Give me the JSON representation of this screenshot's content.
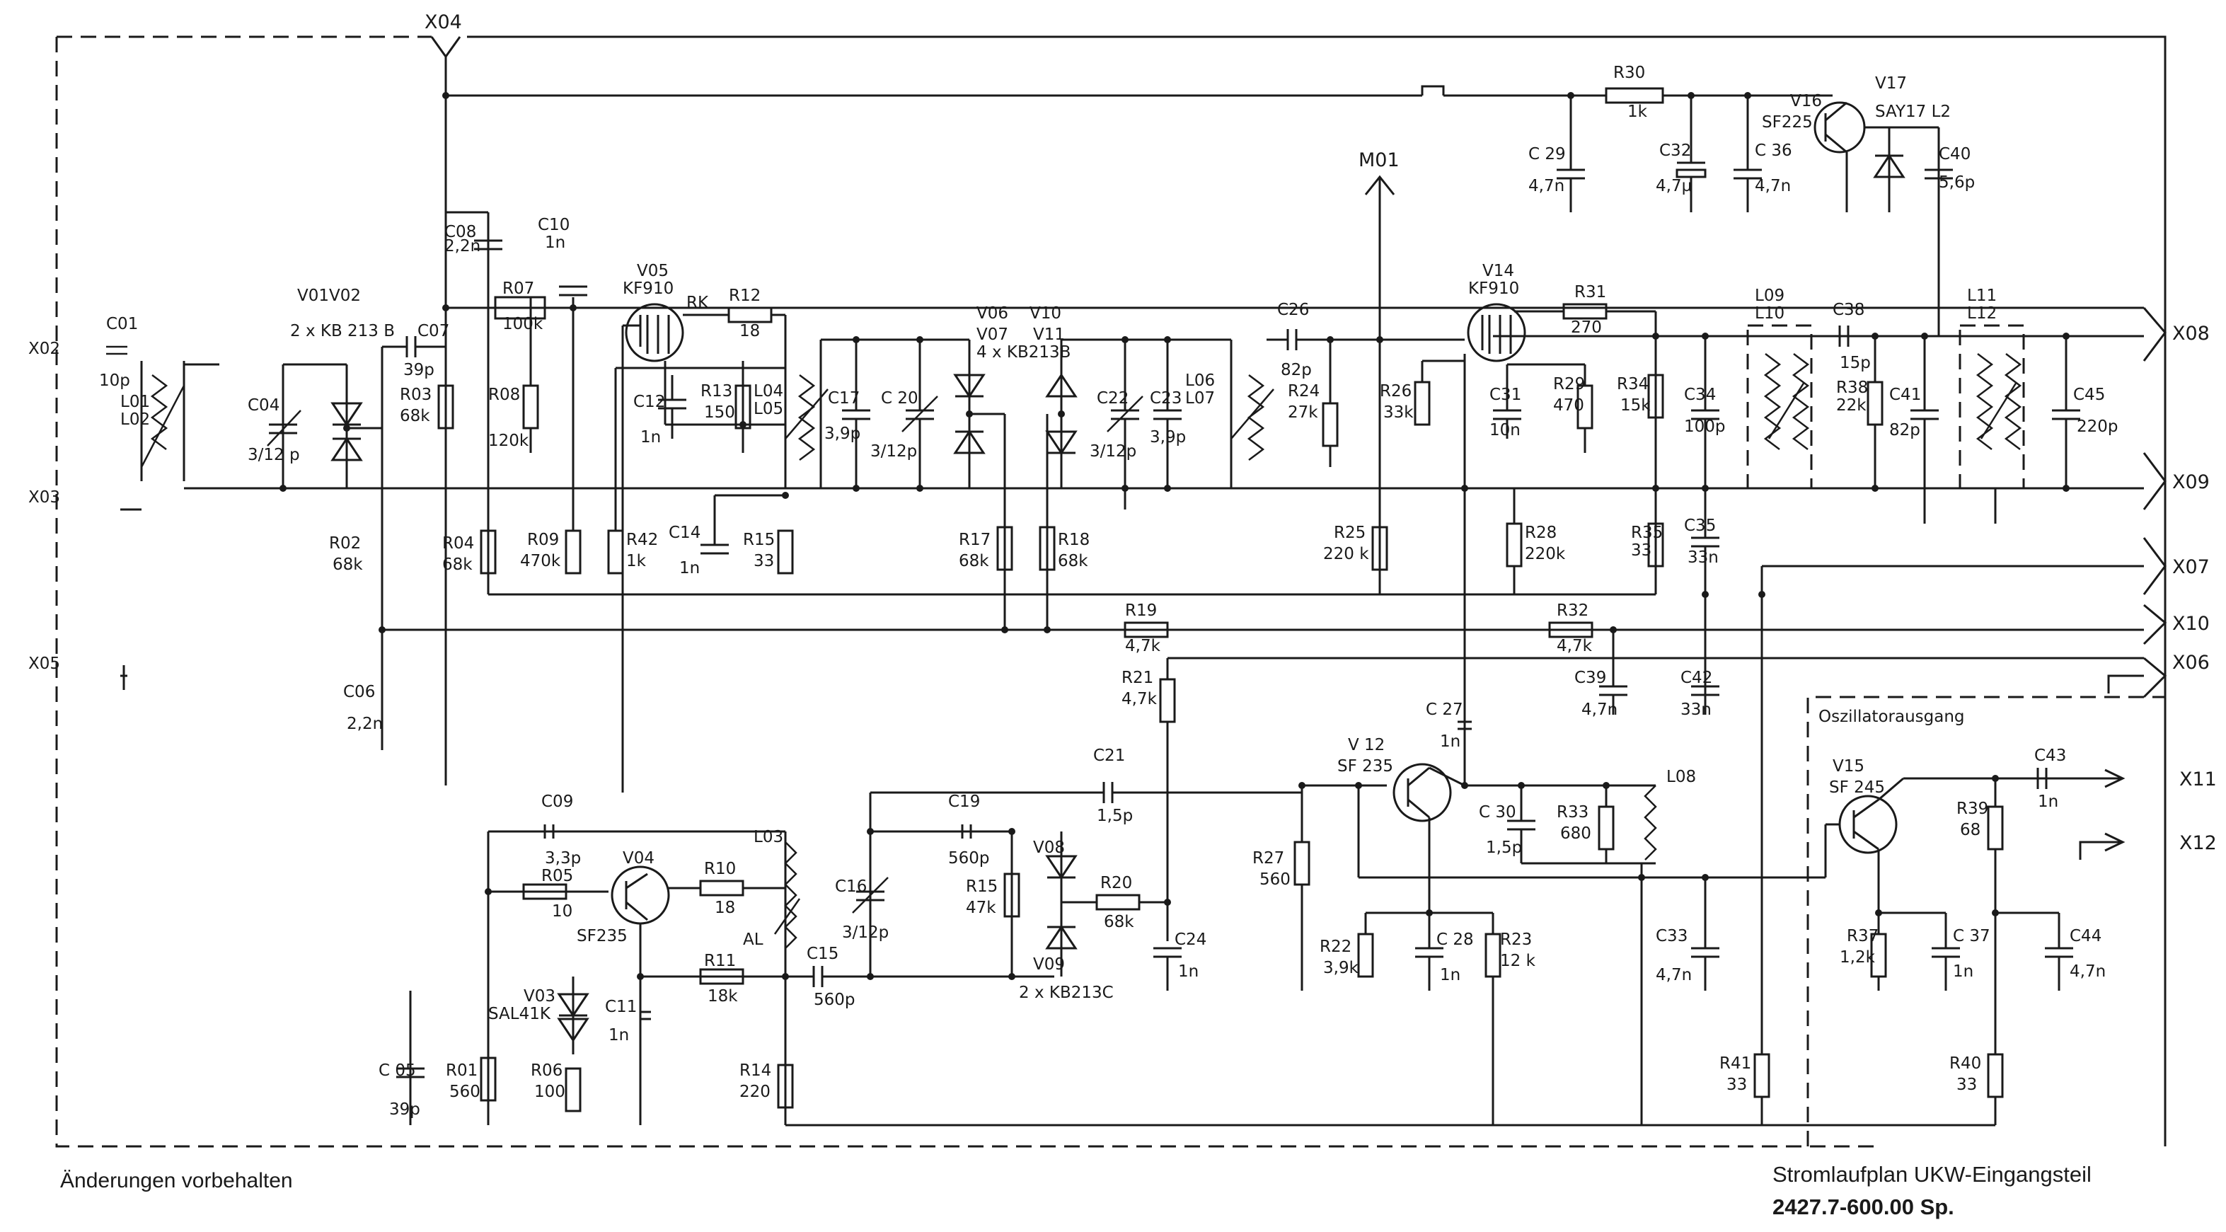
{
  "title": {
    "line1": "Stromlaufplan  UKW-Eingangsteil",
    "line2": "2427.7-600.00 Sp."
  },
  "note": "Änderungen vorbehalten",
  "section_label": "Oszillatorausgang",
  "connectors": {
    "x04": "X04",
    "x08": "X08",
    "x09": "X09",
    "x07": "X07",
    "x10": "X10",
    "x06": "X06",
    "x11": "X11",
    "x12": "X12",
    "x02": "X02",
    "x03": "X03",
    "x05": "X05",
    "m01": "M01"
  },
  "components": {
    "r30": "R30",
    "r30v": "1k",
    "c29": "C 29",
    "c29v": "4,7n",
    "c32": "C32",
    "c32v": "4,7µ",
    "c36": "C 36",
    "c36v": "4,7n",
    "v16": "V16",
    "v16t": "SF225",
    "v17": "V17",
    "v17t": "SAY17 L2",
    "c40": "C40",
    "c40v": "5,6p",
    "c08": "C08",
    "c08v": "2,2n",
    "c10": "C10",
    "c10v": "1n",
    "v05": "V05",
    "v05t": "KF910",
    "r07": "R07",
    "r07v": "100k",
    "rk": "RK",
    "r12": "R12",
    "r12v": "18",
    "v01v02": "V01V02",
    "v01t": "2 x KB 213 B",
    "c01": "C01",
    "c01v": "10p",
    "l01": "L01",
    "l02": "L02",
    "c04": "C04",
    "c04v": "3/12 p",
    "c07": "C07",
    "c07v": "39p",
    "r03": "R03",
    "r03v": "68k",
    "r08": "R08",
    "r08v": "120k",
    "c12": "C12",
    "c12v": "1n",
    "r13": "R13",
    "r13v": "150",
    "l04": "L04",
    "l05": "L05",
    "c17": "C17",
    "c17v": "3,9p",
    "c20": "C 20",
    "c20v": "3/12p",
    "v06": "V06",
    "v07": "V07",
    "v06t": "4 x KB213B",
    "v10": "V10",
    "v11": "V11",
    "c22": "C22",
    "c22v": "3/12p",
    "c23": "C23",
    "c23v": "3,9p",
    "l06": "L06",
    "l07": "L07",
    "c26": "C26",
    "c26v": "82p",
    "r24": "R24",
    "r24v": "27k",
    "r26": "R26",
    "r26v": "33k",
    "v14": "V14",
    "v14t": "KF910",
    "r31": "R31",
    "r31v": "270",
    "c31": "C31",
    "c31v": "10n",
    "r29": "R29",
    "r29v": "470",
    "r34": "R34",
    "r34v": "15k",
    "c34": "C34",
    "c34v": "100p",
    "l09": "L09",
    "l10": "L10",
    "c38": "C38",
    "c38v": "15p",
    "r38": "R38",
    "r38v": "22k",
    "l11": "L11",
    "l12": "L12",
    "c41": "C41",
    "c41v": "82p",
    "c45": "C45",
    "c45v": "220p",
    "r02": "R02",
    "r02v": "68k",
    "r04": "R04",
    "r04v": "68k",
    "r09": "R09",
    "r09v": "470k",
    "r42": "R42",
    "r42v": "1k",
    "c14": "C14",
    "c14v": "1n",
    "r15a": "R15",
    "r15av": "33",
    "r17": "R17",
    "r17v": "68k",
    "r18": "R18",
    "r18v": "68k",
    "r25": "R25",
    "r25v": "220 k",
    "r28": "R28",
    "r28v": "220k",
    "r35": "R35",
    "r35v": "33",
    "c35": "C35",
    "c35v": "33n",
    "r19": "R19",
    "r19v": "4,7k",
    "r32": "R32",
    "r32v": "4,7k",
    "c06": "C06",
    "c06v": "2,2n",
    "r21": "R21",
    "r21v": "4,7k",
    "c39": "C39",
    "c39v": "4,7n",
    "c42": "C42",
    "c42v": "33n",
    "c27": "C 27",
    "c27v": "1n",
    "c09": "C09",
    "c09v": "3,3p",
    "r05": "R05",
    "r05v": "10",
    "v04": "V04",
    "v04t": "SF235",
    "r10": "R10",
    "r10v": "18",
    "l03": "L03",
    "al": "AL",
    "c16": "C16",
    "c16v": "3/12p",
    "c19": "C19",
    "c19v": "560p",
    "r15b": "R15",
    "r15bv": "47k",
    "v08": "V08",
    "v09": "V09",
    "v08t": "2 x KB213C",
    "r20": "R20",
    "r20v": "68k",
    "c21": "C21",
    "c21v": "1,5p",
    "c24": "C24",
    "c24v": "1n",
    "v12": "V 12",
    "v12t": "SF 235",
    "c30": "C 30",
    "c30v": "1,5p",
    "r33": "R33",
    "r33v": "680",
    "l08": "L08",
    "r27": "R27",
    "r27v": "560",
    "r22": "R22",
    "r22v": "3,9k",
    "c28": "C 28",
    "c28v": "1n",
    "r23": "R23",
    "r23v": "12 k",
    "c33": "C33",
    "c33v": "4,7n",
    "r41": "R41",
    "r41v": "33",
    "v15": "V15",
    "v15t": "SF 245",
    "c43": "C43",
    "c43v": "1n",
    "r39": "R39",
    "r39v": "68",
    "r37": "R37",
    "r37v": "1,2k",
    "c37": "C 37",
    "c37v": "1n",
    "c44": "C44",
    "c44v": "4,7n",
    "r40": "R40",
    "r40v": "33",
    "c05": "C 05",
    "c05v": "39p",
    "r01": "R01",
    "r01v": "560",
    "v03": "V03",
    "v03t": "SAL41K",
    "r06": "R06",
    "r06v": "100",
    "c11": "C11",
    "c11v": "1n",
    "r11": "R11",
    "r11v": "18k",
    "c15": "C15",
    "c15v": "560p",
    "r14": "R14",
    "r14v": "220"
  }
}
